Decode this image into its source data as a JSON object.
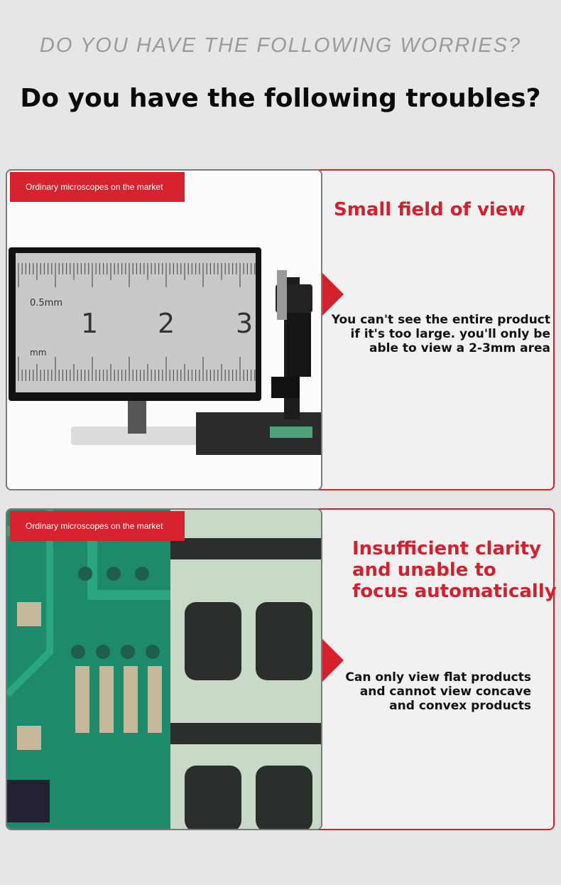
{
  "header": {
    "subtitle": "DO YOU HAVE THE FOLLOWING WORRIES?",
    "title": "Do you have the following troubles?"
  },
  "cards": [
    {
      "tag": "Ordinary microscopes on the market",
      "heading": "Small field of view",
      "description": "You can't see the entire product if it's too large. you'll only be able to view a 2-3mm area",
      "image": {
        "ruler_unit": "0.5mm",
        "ruler_numbers": [
          "1",
          "2",
          "3"
        ],
        "ruler_label": "mm"
      }
    },
    {
      "tag": "Ordinary microscopes on the market",
      "heading": "Insufficient clarity and unable to focus automatically",
      "description": "Can only view flat products and cannot view concave and convex products"
    }
  ],
  "colors": {
    "accent_red": "#d41f2d",
    "background": "#e6e6e6"
  }
}
